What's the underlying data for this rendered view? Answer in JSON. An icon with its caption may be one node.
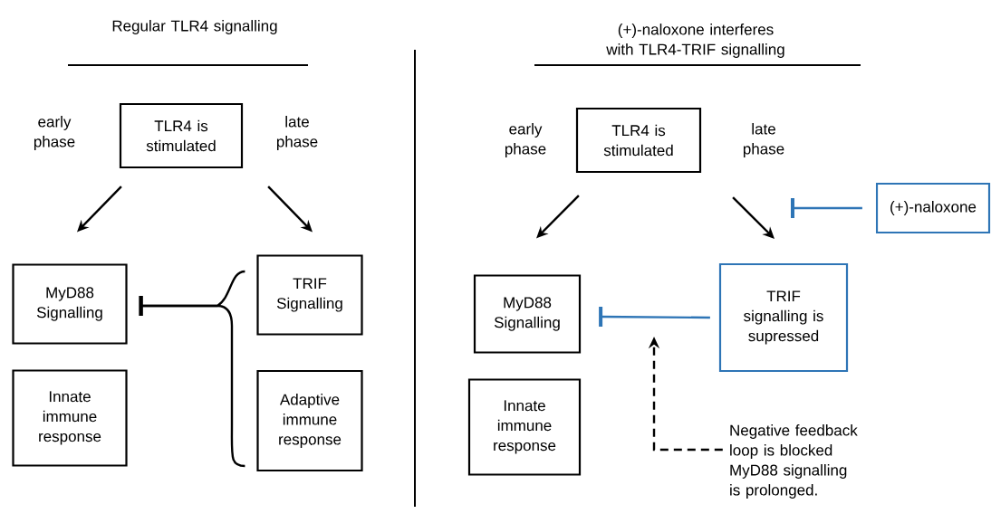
{
  "diagram": {
    "nodes": [
      {
        "text": [
          "TLR4 is stimulated"
        ]
      },
      {
        "text": [
          "MyD88 Signalling"
        ]
      },
      {
        "text": [
          "Innate immune response"
        ]
      },
      {
        "text": [
          "TRIF Signalling"
        ]
      },
      {
        "text": [
          "Adaptive immune response"
        ]
      },
      {
        "text": [
          "TLR4 is stimulated"
        ]
      },
      {
        "text": [
          "MyD88 Signalling"
        ]
      },
      {
        "text": [
          "Innate immune response"
        ]
      },
      {
        "text": [
          "TRIF signalling is supressed"
        ]
      },
      {
        "text": [
          "(+)-naloxone"
        ]
      },
      {
        "text": [
          "Negative feedback loop is blocked MyD88 signalling is prolonged."
        ]
      }
    ],
    "edges": [
      {
        "from": 0,
        "to": 1,
        "arrow": "to"
      },
      {
        "from": 0,
        "to": 3,
        "arrow": "to"
      },
      {
        "from": 3,
        "to": 1,
        "arrow": "other"
      },
      {
        "from": 4,
        "to": 1,
        "arrow": "other"
      },
      {
        "from": 5,
        "to": 6,
        "arrow": "to"
      },
      {
        "from": 5,
        "to": 8,
        "arrow": "to"
      },
      {
        "from": 8,
        "to": 6,
        "arrow": "other",
        "color": "#2e75b6"
      },
      {
        "from": 9,
        "to": null,
        "arrow": "other",
        "color": "#2e75b6"
      },
      {
        "from": 10,
        "to": null,
        "arrow": "to",
        "style": "dashed"
      }
    ],
    "labels": [
      "Regular TLR4 signalling",
      "(+)-naloxone interferes with TLR4-TRIF signalling",
      "early phase",
      "late phase",
      "early phase",
      "late phase"
    ]
  }
}
